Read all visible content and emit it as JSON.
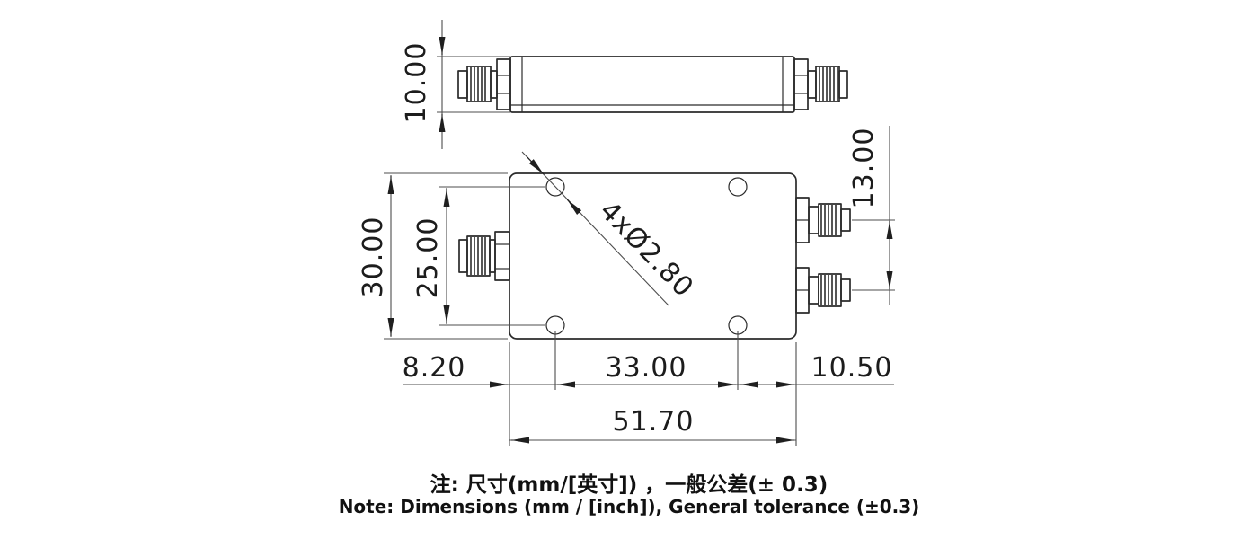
{
  "drawing": {
    "type": "technical-dimension-drawing",
    "subject": "RF power divider with SMA connectors, side view and top view",
    "colors": {
      "background": "#ffffff",
      "part_line": "#2b2b2b",
      "dimension_line": "#4d4d4d",
      "text": "#1c1c1c"
    }
  },
  "dimensions": {
    "side_height": "10.00",
    "body_width": "30.00",
    "hole_spacing_vertical": "25.00",
    "output_port_spacing": "13.00",
    "edge_to_hole": "8.20",
    "hole_spacing_horizontal": "33.00",
    "hole_to_right_edge": "10.50",
    "body_length": "51.70",
    "mounting_holes": "4xØ2.80"
  },
  "notes": {
    "chinese": "注: 尺寸(mm/[英寸]) ，一般公差(± 0.3)",
    "english": "Note: Dimensions (mm / [inch]), General tolerance (±0.3)"
  }
}
